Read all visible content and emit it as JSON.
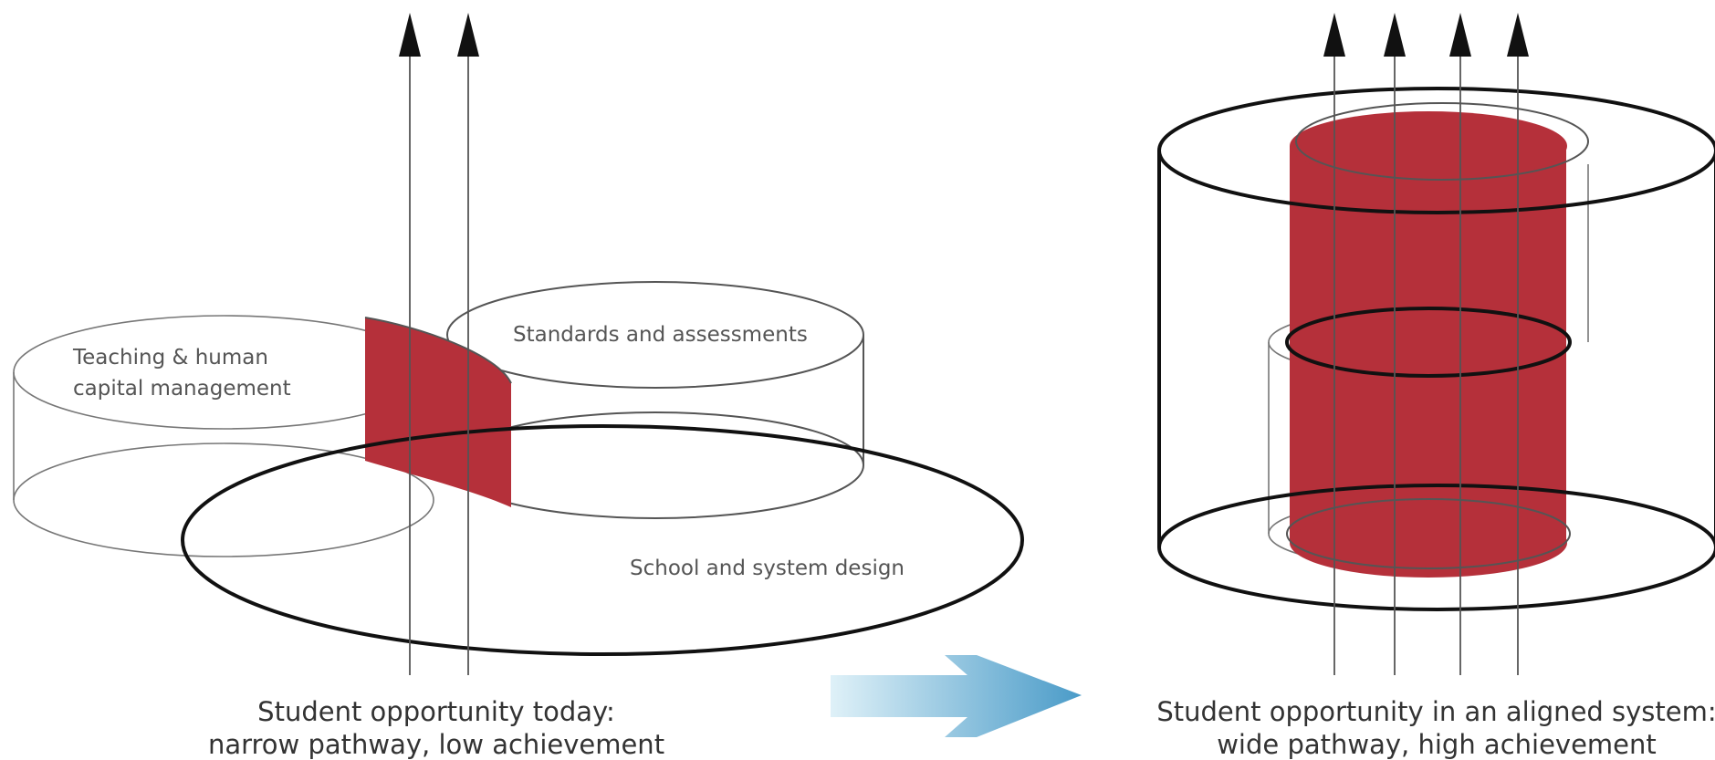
{
  "left": {
    "labels": {
      "teaching_line1": "Teaching & human",
      "teaching_line2": "capital management",
      "standards": "Standards and assessments",
      "school": "School and system design"
    },
    "caption_line1": "Student opportunity today:",
    "caption_line2": "narrow pathway, low achievement"
  },
  "right": {
    "caption_line1": "Student opportunity in an aligned system:",
    "caption_line2": "wide pathway, high achievement"
  },
  "colors": {
    "pathway_red": "#b5303a",
    "arrow_light": "#d8eef6",
    "arrow_dark": "#4a9bc8"
  }
}
